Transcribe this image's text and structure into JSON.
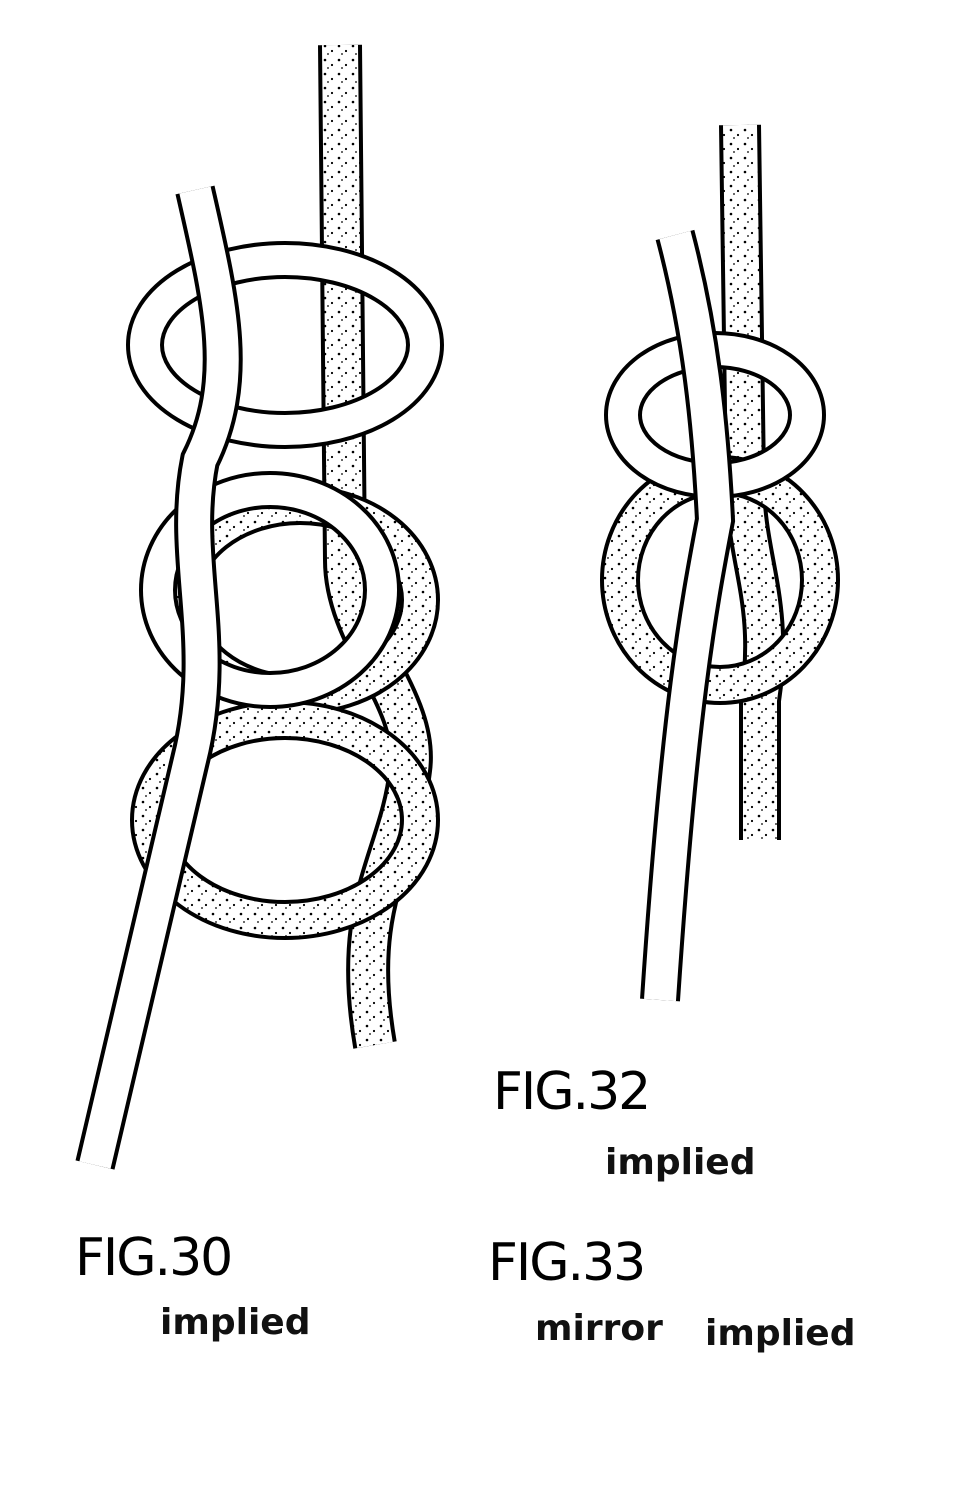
{
  "figures": [
    {
      "label": "FIG.30",
      "notes": [
        "implied"
      ]
    },
    {
      "label": "FIG.32",
      "notes": [
        "implied"
      ]
    },
    {
      "label": "FIG.33",
      "notes": [
        "mirror",
        "implied"
      ]
    }
  ],
  "colors": {
    "ink": "#000000",
    "paper": "#ffffff"
  }
}
